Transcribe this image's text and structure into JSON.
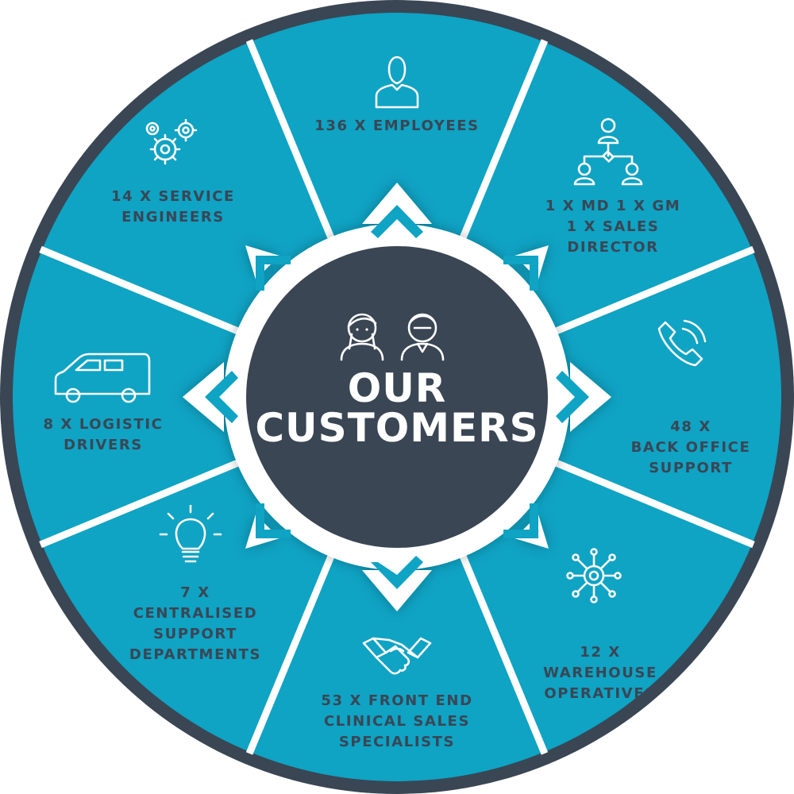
{
  "center": {
    "title_line1": "OUR",
    "title_line2": "CUSTOMERS"
  },
  "colors": {
    "ring": "#0fa3c4",
    "outer_border": "#3a4654",
    "dividers": "#ffffff",
    "center_disc": "#3a4654",
    "label_text": "#3a4654"
  },
  "segments": [
    {
      "icon": "person-icon",
      "lines": [
        "136 X EMPLOYEES"
      ]
    },
    {
      "icon": "org-chart-icon",
      "lines": [
        "1 X MD 1 X GM",
        "1 X SALES",
        "DIRECTOR"
      ]
    },
    {
      "icon": "phone-icon",
      "lines": [
        "48 X",
        "BACK OFFICE",
        "SUPPORT"
      ]
    },
    {
      "icon": "network-gear-icon",
      "lines": [
        "12 X",
        "WAREHOUSE",
        "OPERATIVES"
      ]
    },
    {
      "icon": "handshake-icon",
      "lines": [
        "53 X FRONT END",
        "CLINICAL SALES",
        "SPECIALISTS"
      ]
    },
    {
      "icon": "lightbulb-icon",
      "lines": [
        "7 X",
        "CENTRALISED",
        "SUPPORT",
        "DEPARTMENTS"
      ]
    },
    {
      "icon": "van-icon",
      "lines": [
        "8 X LOGISTIC",
        "DRIVERS"
      ]
    },
    {
      "icon": "gears-icon",
      "lines": [
        "14 X SERVICE",
        "ENGINEERS"
      ]
    }
  ]
}
